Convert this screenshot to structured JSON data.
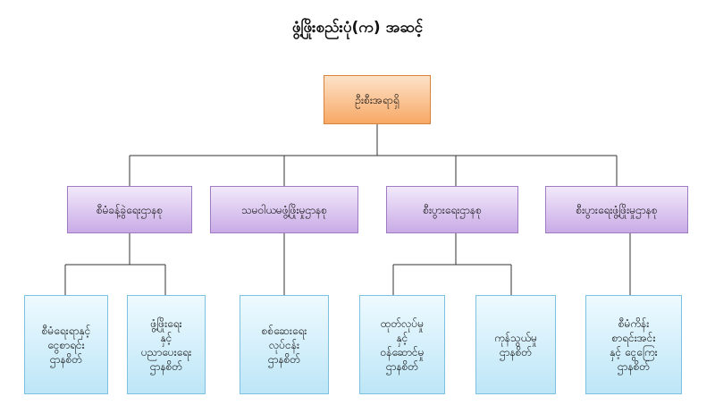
{
  "title": "ဖွံ့ဖြိုးစည်းပုံ(က) အဆင့်",
  "root": {
    "label": "ဦးစီးအရာရှိ"
  },
  "departments": [
    {
      "label": "စီမံခန့်ခွဲရေးဌာနစု"
    },
    {
      "label": "သမဝါယမဖွံ့ဖြိုးမှုဌာနစု"
    },
    {
      "label": "စီးပွားရေးဌာနစု"
    },
    {
      "label": "စီးပွားရေးဖွံ့ဖြိုးမှုဌာနစု"
    }
  ],
  "units": [
    {
      "label": "စီမံရေးရာနှင့်\nငွေစာရင်း\nဌာနစိတ်"
    },
    {
      "label": "ဖွံ့ဖြိုးရေး\nနှင့်\nပညာပေးရေး\nဌာနစိတ်"
    },
    {
      "label": "စစ်ဆေးရေး\nလုပ်ငန်း\nဌာနစိတ်"
    },
    {
      "label": "ထုတ်လုပ်မှု\nနှင့်\nဝန်ဆောင်မှု\nဌာနစိတ်"
    },
    {
      "label": "ကုန်သွယ်မှု\nဌာနစိတ်"
    },
    {
      "label": "စီမံကိန်း\nစာရင်းအင်း\nနှင့် ငွေကြေး\nဌာနစိတ်"
    }
  ]
}
